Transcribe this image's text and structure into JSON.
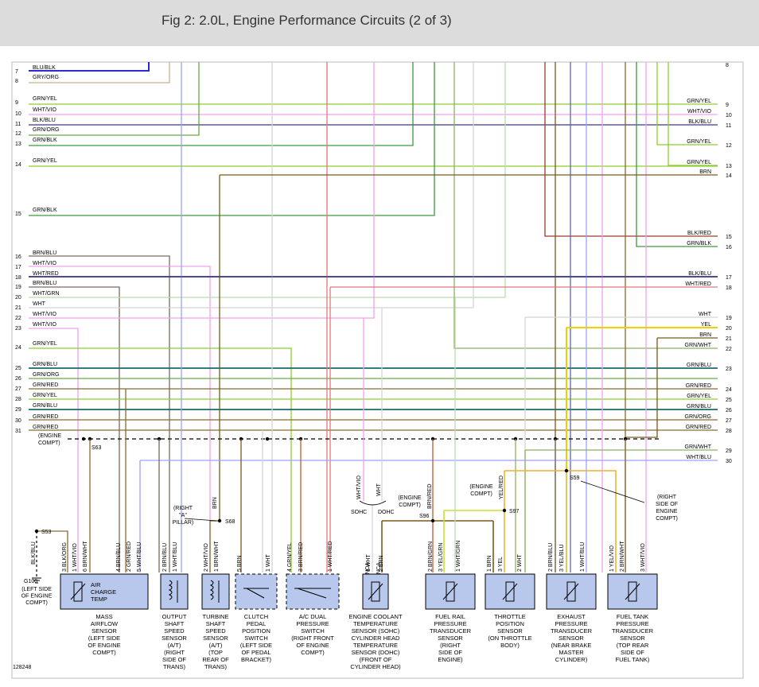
{
  "header": {
    "title": "Fig 2: 2.0L, Engine Performance Circuits (2 of 3)"
  },
  "colors": {
    "BLU/BLK": "#2b2bd6",
    "GRY/ORG": "#c8b08c",
    "GRN/YEL": "#8ccf2a",
    "WHT/VIO": "#f0a0f0",
    "BLK/BLU": "#3a3a80",
    "GRN/ORG": "#6aaa40",
    "GRN/BLK": "#3c9a3c",
    "BRN": "#7a5a1a",
    "BRN/BLU": "#7a6a60",
    "WHT/RED": "#e07878",
    "WHT/GRN": "#b8dcb0",
    "WHT": "#d4d4d4",
    "GRN/BLU": "#1a6a6a",
    "GRN/RED": "#8a6a30",
    "BLK/RED": "#9a3a2a",
    "YEL": "#f0d000",
    "BRN/WHT": "#8a6a2a",
    "GRN/WHT": "#8ab060",
    "WHT/BLU": "#9aa0ff",
    "BRN/RED": "#c05a2a",
    "YEL/RED": "#f0b030",
    "YEL/GRN": "#c8e030",
    "YEL/BLU": "#5a6aa0",
    "YEL/VIO": "#d0a0d0",
    "BLK/ORG": "#8a6a3a",
    "GRN/VIO": "#7aaa7a"
  },
  "left_terminals": [
    {
      "num": "7",
      "label": "BLU/BLK"
    },
    {
      "num": "8",
      "label": "GRY/ORG"
    },
    {
      "num": "9",
      "label": "GRN/YEL"
    },
    {
      "num": "10",
      "label": "WHT/VIO"
    },
    {
      "num": "11",
      "label": "BLK/BLU"
    },
    {
      "num": "12",
      "label": "GRN/ORG"
    },
    {
      "num": "13",
      "label": "GRN/BLK"
    },
    {
      "num": "14",
      "label": "GRN/YEL"
    },
    {
      "num": "15",
      "label": "GRN/BLK"
    },
    {
      "num": "16",
      "label": "BRN/BLU"
    },
    {
      "num": "17",
      "label": "WHT/VIO"
    },
    {
      "num": "18",
      "label": "WHT/RED"
    },
    {
      "num": "19",
      "label": "BRN/BLU"
    },
    {
      "num": "20",
      "label": "WHT/GRN"
    },
    {
      "num": "21",
      "label": "WHT"
    },
    {
      "num": "22",
      "label": "WHT/VIO"
    },
    {
      "num": "23",
      "label": "WHT/VIO"
    },
    {
      "num": "24",
      "label": "GRN/YEL"
    },
    {
      "num": "25",
      "label": "GRN/BLU"
    },
    {
      "num": "26",
      "label": "GRN/ORG"
    },
    {
      "num": "27",
      "label": "GRN/RED"
    },
    {
      "num": "28",
      "label": "GRN/YEL"
    },
    {
      "num": "29",
      "label": "GRN/BLU"
    },
    {
      "num": "30",
      "label": "GRN/RED"
    },
    {
      "num": "31",
      "label": "GRN/RED"
    }
  ],
  "right_terminals": [
    {
      "num": "8",
      "label": ""
    },
    {
      "num": "9",
      "label": "GRN/YEL"
    },
    {
      "num": "10",
      "label": "WHT/VIO"
    },
    {
      "num": "11",
      "label": "BLK/BLU"
    },
    {
      "num": "12",
      "label": "GRN/YEL"
    },
    {
      "num": "13",
      "label": "GRN/YEL"
    },
    {
      "num": "14",
      "label": "BRN"
    },
    {
      "num": "15",
      "label": "BLK/RED"
    },
    {
      "num": "16",
      "label": "GRN/BLK"
    },
    {
      "num": "17",
      "label": "BLK/BLU"
    },
    {
      "num": "18",
      "label": "WHT/RED"
    },
    {
      "num": "19",
      "label": "WHT"
    },
    {
      "num": "20",
      "label": "YEL"
    },
    {
      "num": "21",
      "label": "BRN"
    },
    {
      "num": "22",
      "label": "GRN/WHT"
    },
    {
      "num": "23",
      "label": "GRN/BLU"
    },
    {
      "num": "24",
      "label": "GRN/RED"
    },
    {
      "num": "25",
      "label": "GRN/YEL"
    },
    {
      "num": "26",
      "label": "GRN/BLU"
    },
    {
      "num": "27",
      "label": "GRN/ORG"
    },
    {
      "num": "28",
      "label": "GRN/RED"
    },
    {
      "num": "29",
      "label": "GRN/WHT"
    },
    {
      "num": "30",
      "label": "WHT/BLU"
    }
  ],
  "splices": {
    "s53": "S53",
    "s63": "S63",
    "s68": "S68",
    "s96": "S96",
    "s97": "S97",
    "s59": "S59",
    "g100": "G100",
    "engine_compt": "(ENGINE\nCOMPT)",
    "g100_loc": "(LEFT SIDE\nOF ENGINE\nCOMPT)",
    "s68_loc": "(RIGHT\n\"A\"\nPILLAR)",
    "s96_loc": "(ENGINE\nCOMPT)",
    "s97_loc": "(ENGINE\nCOMPT)",
    "s59_loc": "(RIGHT\nSIDE OF\nENGINE\nCOMPT)",
    "sohc": "SOHC",
    "dohc": "DOHC"
  },
  "components": [
    {
      "id": "maf",
      "box_label": "AIR\nCHARGE\nTEMP",
      "name": "MASS\nAIRFLOW\nSENSOR\n(LEFT SIDE\nOF ENGINE\nCOMPT)"
    },
    {
      "id": "oss",
      "name": "OUTPUT\nSHAFT\nSPEED\nSENSOR\n(A/T)\n(RIGHT\nSIDE OF\nTRANS)"
    },
    {
      "id": "tss",
      "name": "TURBINE\nSHAFT\nSPEED\nSENSOR\n(A/T)\n(TOP\nREAR OF\nTRANS)"
    },
    {
      "id": "cpp",
      "name": "CLUTCH\nPEDAL\nPOSITION\nSWITCH\n(LEFT SIDE\nOF PEDAL\nBRACKET)"
    },
    {
      "id": "acp",
      "name": "A/C DUAL\nPRESSURE\nSWITCH\n(RIGHT FRONT\nOF ENGINE\nCOMPT)"
    },
    {
      "id": "ect",
      "name": "ENGINE COOLANT\nTEMPERATURE\nSENSOR (SOHC)\nCYLINDER HEAD\nTEMPERATURE\nSENSOR (DOHC)\n(FRONT OF\nCYLINDER HEAD)"
    },
    {
      "id": "frp",
      "name": "FUEL RAIL\nPRESSURE\nTRANSDUCER\nSENSOR\n(RIGHT\nSIDE OF\nENGINE)"
    },
    {
      "id": "tps",
      "name": "THROTTLE\nPOSITION\nSENSOR\n(ON THROTTLE\nBODY)"
    },
    {
      "id": "ept",
      "name": "EXHAUST\nPRESSURE\nTRANSDUCER\nSENSOR\n(NEAR BRAKE\nMASTER\nCYLINDER)"
    },
    {
      "id": "ftp",
      "name": "FUEL TANK\nPRESSURE\nTRANSDUCER\nSENSOR\n(TOP REAR\nSIDE OF\nFUEL TANK)"
    }
  ],
  "pin_labels": {
    "maf": [
      [
        "3",
        "BLK/ORG"
      ],
      [
        "1",
        "WHT/VIO"
      ],
      [
        "6",
        "BRN/WHT"
      ],
      [
        "4",
        "BRN/BLU"
      ],
      [
        "2",
        "GRN/RED"
      ],
      [
        "5",
        "WHT/BLU"
      ]
    ],
    "oss": [
      [
        "2",
        "BRN/BLU"
      ],
      [
        "1",
        "WHT/BLU"
      ]
    ],
    "tss": [
      [
        "2",
        "WHT/VIO"
      ],
      [
        "1",
        "BRN/WHT"
      ]
    ],
    "cpp": [
      [
        "5",
        "BRN"
      ],
      [
        "1",
        "WHT"
      ]
    ],
    "acp": [
      [
        "4",
        "GRN/YEL"
      ],
      [
        "3",
        "BRN/RED"
      ],
      [
        "1",
        "WHT/RED"
      ]
    ],
    "ect": [
      [
        "1",
        "WHT"
      ],
      [
        "2",
        "BRN"
      ]
    ],
    "frp": [
      [
        "2",
        "BRN/GRN"
      ],
      [
        "3",
        "YEL/GRN"
      ],
      [
        "1",
        "WHT/GRN"
      ]
    ],
    "tps": [
      [
        "1",
        "BRN"
      ],
      [
        "3",
        "YEL"
      ],
      [
        "2",
        "WHT"
      ]
    ],
    "ept": [
      [
        "2",
        "BRN/BLU"
      ],
      [
        "3",
        "YEL/BLU"
      ],
      [
        "1",
        "WHT/BLU"
      ]
    ],
    "ftp": [
      [
        "1",
        "YEL/VIO"
      ],
      [
        "2",
        "BRN/WHT"
      ],
      [
        "3",
        "WHT/VIO"
      ]
    ]
  },
  "wire_labels": {
    "s68_wire": "BRN",
    "ect_wht_vio": "WHT/VIO",
    "ect_wht": "WHT",
    "s96_wire": "BRN/RED",
    "s97_wire": "YEL/RED",
    "g100_wire": "BLK/BLU",
    "nca1": "NCA",
    "nca2": "NCA"
  },
  "footer": {
    "id": "128248"
  }
}
